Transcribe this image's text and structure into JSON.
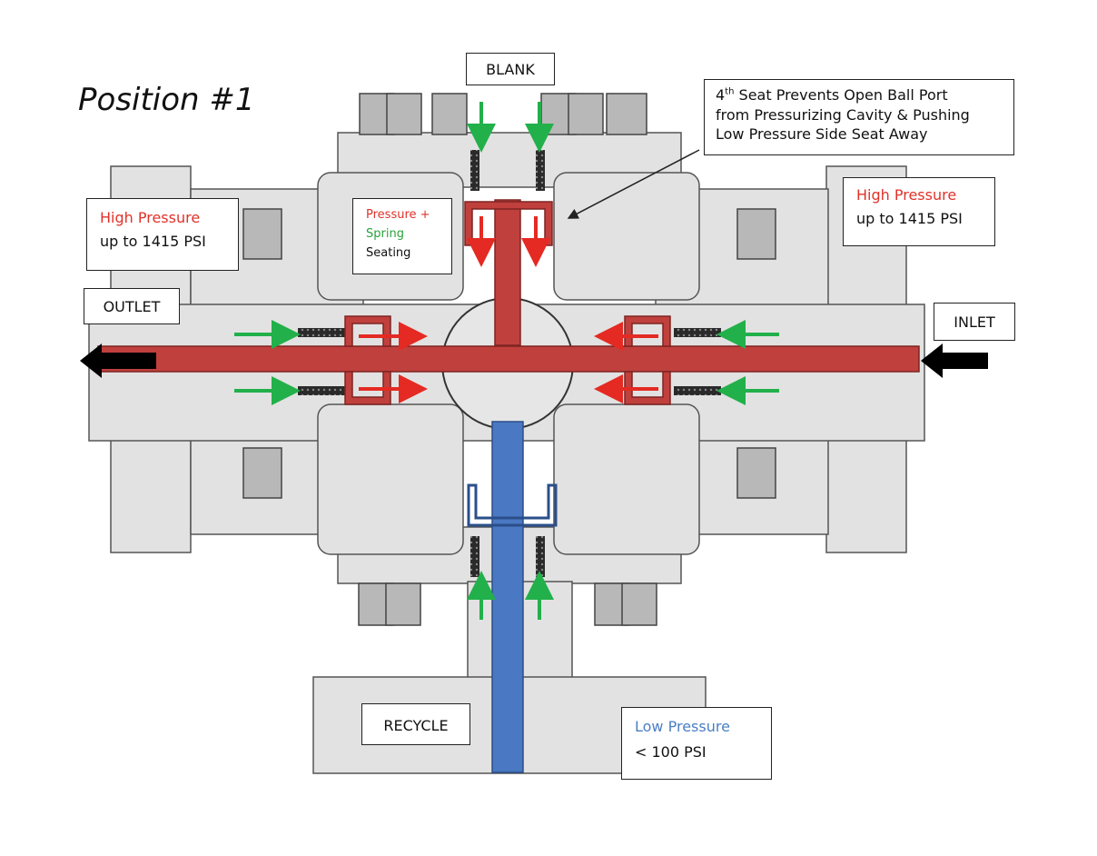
{
  "title": "Position #1",
  "labels": {
    "blank": "BLANK",
    "outlet": "OUTLET",
    "inlet": "INLET",
    "recycle": "RECYCLE",
    "high_pressure_left": {
      "line1": "High Pressure",
      "line2": "up to 1415 PSI"
    },
    "high_pressure_right": {
      "line1": "High Pressure",
      "line2": "up to 1415 PSI"
    },
    "low_pressure": {
      "line1": "Low Pressure",
      "line2": "< 100 PSI"
    },
    "seating": {
      "line1": "Pressure +",
      "line2": "Spring",
      "line3": "Seating"
    },
    "fourth_seat": {
      "prefix": "4",
      "sup": "th",
      "line1_rest": " Seat Prevents Open Ball Port",
      "line2": "from Pressurizing Cavity & Pushing",
      "line3": "Low Pressure Side Seat Away"
    }
  },
  "colors": {
    "high_pressure": "#c0403d",
    "low_pressure": "#4a78c2",
    "body_gray": "#e2e2e2",
    "spring_arrow": "#22b04a",
    "pressure_arrow": "#e42a22",
    "flow_arrow": "#000000"
  }
}
